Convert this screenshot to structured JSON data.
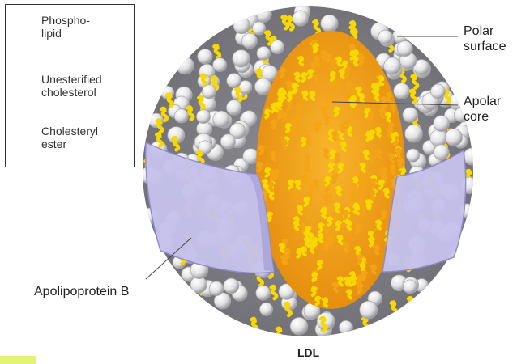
{
  "legend": {
    "items": [
      {
        "name": "phospholipid",
        "label": "Phospho-\nlipid"
      },
      {
        "name": "unesterified-cholesterol",
        "label": "Unesterified\ncholesterol"
      },
      {
        "name": "cholesteryl-ester",
        "label": "Cholesteryl\nester"
      }
    ]
  },
  "callouts": {
    "polar_surface": "Polar\nsurface",
    "apolar_core": "Apolar\ncore",
    "apolipoprotein_b": "Apolipoprotein B"
  },
  "caption": "LDL",
  "colors": {
    "phospholipid_head": "#e8e8ea",
    "phospholipid_shade": "#a9a9ad",
    "cholesterol_yellow": "#f7d800",
    "ester_orange": "#f3a516",
    "ester_core_dark": "#e08a10",
    "apolipoprotein": "#c4c0ea",
    "apolipoprotein_edge": "#8b86c4",
    "leader_line": "#444444",
    "corner_swatch": "#e4f276"
  }
}
